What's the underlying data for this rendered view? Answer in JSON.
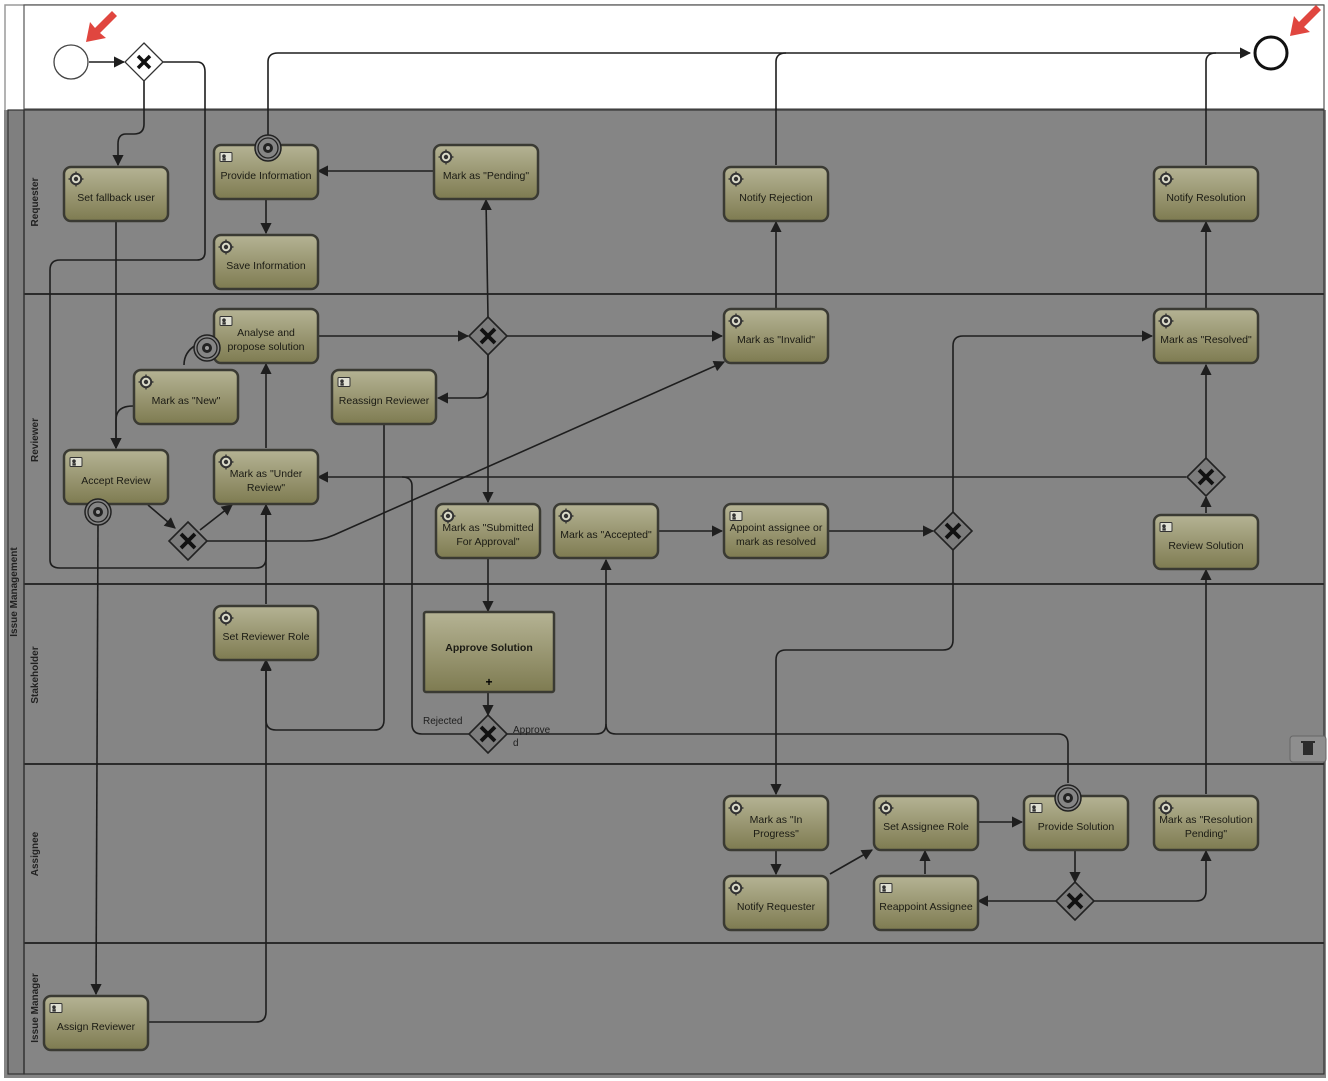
{
  "pool": {
    "name": "Issue Management"
  },
  "lanes": [
    {
      "id": "requester",
      "label": "Requester"
    },
    {
      "id": "reviewer",
      "label": "Reviewer"
    },
    {
      "id": "stakeholder",
      "label": "Stakeholder"
    },
    {
      "id": "assignee",
      "label": "Assignee"
    },
    {
      "id": "issue_manager",
      "label": "Issue Manager"
    }
  ],
  "tasks": [
    {
      "id": "set_fallback_user",
      "label": [
        "Set fallback user"
      ],
      "kind": "service"
    },
    {
      "id": "provide_information",
      "label": [
        "Provide Information"
      ],
      "kind": "user"
    },
    {
      "id": "mark_pending",
      "label": [
        "Mark as \"Pending\""
      ],
      "kind": "service"
    },
    {
      "id": "save_information",
      "label": [
        "Save Information"
      ],
      "kind": "service"
    },
    {
      "id": "notify_rejection",
      "label": [
        "Notify Rejection"
      ],
      "kind": "service"
    },
    {
      "id": "notify_resolution",
      "label": [
        "Notify Resolution"
      ],
      "kind": "service"
    },
    {
      "id": "analyse_propose",
      "label": [
        "Analyse and",
        "propose solution"
      ],
      "kind": "user"
    },
    {
      "id": "mark_new",
      "label": [
        "Mark as \"New\""
      ],
      "kind": "service"
    },
    {
      "id": "reassign_reviewer",
      "label": [
        "Reassign Reviewer"
      ],
      "kind": "user"
    },
    {
      "id": "mark_invalid",
      "label": [
        "Mark as \"Invalid\""
      ],
      "kind": "service"
    },
    {
      "id": "mark_resolved",
      "label": [
        "Mark as \"Resolved\""
      ],
      "kind": "service"
    },
    {
      "id": "accept_review",
      "label": [
        "Accept Review"
      ],
      "kind": "user"
    },
    {
      "id": "mark_under_review",
      "label": [
        "Mark as \"Under",
        "Review\""
      ],
      "kind": "service"
    },
    {
      "id": "mark_submitted",
      "label": [
        "Mark as \"Submitted",
        "For Approval\""
      ],
      "kind": "service"
    },
    {
      "id": "mark_accepted",
      "label": [
        "Mark as \"Accepted\""
      ],
      "kind": "service"
    },
    {
      "id": "appoint_assignee",
      "label": [
        "Appoint assignee or",
        "mark as resolved"
      ],
      "kind": "user"
    },
    {
      "id": "review_solution",
      "label": [
        "Review Solution"
      ],
      "kind": "user"
    },
    {
      "id": "set_reviewer_role",
      "label": [
        "Set Reviewer Role"
      ],
      "kind": "service"
    },
    {
      "id": "approve_solution",
      "label": [
        "Approve Solution"
      ],
      "kind": "subprocess"
    },
    {
      "id": "mark_in_progress",
      "label": [
        "Mark as \"In",
        "Progress\""
      ],
      "kind": "service"
    },
    {
      "id": "set_assignee_role",
      "label": [
        "Set Assignee Role"
      ],
      "kind": "service"
    },
    {
      "id": "provide_solution",
      "label": [
        "Provide Solution"
      ],
      "kind": "user"
    },
    {
      "id": "mark_resolution_pending",
      "label": [
        "Mark as \"Resolution",
        "Pending\""
      ],
      "kind": "service"
    },
    {
      "id": "notify_requester",
      "label": [
        "Notify Requester"
      ],
      "kind": "service"
    },
    {
      "id": "reappoint_assignee",
      "label": [
        "Reappoint Assignee"
      ],
      "kind": "user"
    },
    {
      "id": "assign_reviewer",
      "label": [
        "Assign Reviewer"
      ],
      "kind": "user"
    }
  ],
  "flow_labels": {
    "rejected": "Rejected",
    "approved_line1": "Approve",
    "approved_line2": "d"
  },
  "icons": {
    "service": "gear-icon",
    "user": "user-icon",
    "boundary": "timer-boundary-icon",
    "delete": "trash-icon",
    "annotation": "red-arrow-icon"
  },
  "colors": {
    "overlay": "#858585",
    "task_fill_top": "#b4b292",
    "task_fill_bottom": "#7f7c52",
    "arrow_annotation": "#e0463f"
  }
}
